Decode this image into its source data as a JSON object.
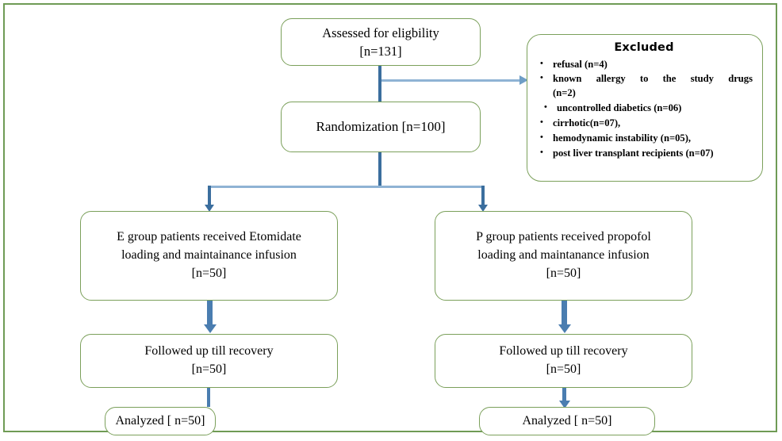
{
  "diagram": {
    "type": "consort-flowchart",
    "frame_color": "#6f9b55",
    "box_border_color": "#7ba05b",
    "connector_dark_color": "#3b6e9e",
    "connector_light_color": "#8fb3d4",
    "nodes": {
      "eligibility": {
        "line1": "Assessed for eligbility",
        "line2": "[n=131]"
      },
      "excluded": {
        "title": "Excluded",
        "items": [
          "refusal (n=4)",
          "known allergy to the study drugs",
          "(n=2)",
          "uncontrolled diabetics (n=06)",
          "cirrhotic(n=07),",
          "hemodynamic instability (n=05),",
          "post liver transplant recipients (n=07)"
        ]
      },
      "randomization": {
        "line1": "Randomization [n=100]"
      },
      "egroup": {
        "line1": "E group patients received Etomidate",
        "line2": "loading and maintainance infusion",
        "line3": "[n=50]"
      },
      "pgroup": {
        "line1": "P group patients received propofol",
        "line2": "loading and maintanance infusion",
        "line3": "[n=50]"
      },
      "followup_left": {
        "line1": "Followed up till recovery",
        "line2": "[n=50]"
      },
      "followup_right": {
        "line1": "Followed up till recovery",
        "line2": "[n=50]"
      },
      "analyzed_left": {
        "line1": "Analyzed [ n=50]"
      },
      "analyzed_right": {
        "line1": "Analyzed [ n=50]"
      }
    }
  }
}
